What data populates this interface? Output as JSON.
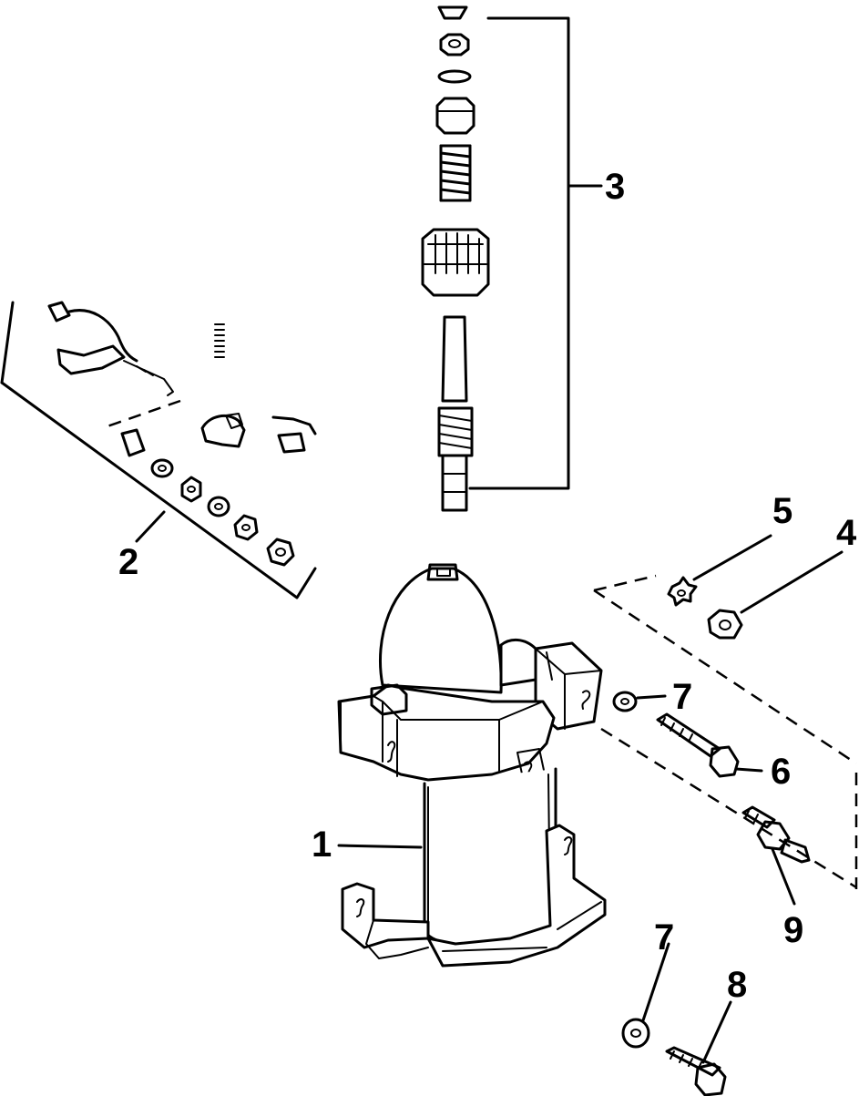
{
  "diagram": {
    "callouts": [
      {
        "id": "1",
        "label": "1"
      },
      {
        "id": "2",
        "label": "2"
      },
      {
        "id": "3",
        "label": "3"
      },
      {
        "id": "4",
        "label": "4"
      },
      {
        "id": "5",
        "label": "5"
      },
      {
        "id": "6",
        "label": "6"
      },
      {
        "id": "7a",
        "label": "7"
      },
      {
        "id": "7b",
        "label": "7"
      },
      {
        "id": "8",
        "label": "8"
      },
      {
        "id": "9",
        "label": "9"
      }
    ]
  }
}
